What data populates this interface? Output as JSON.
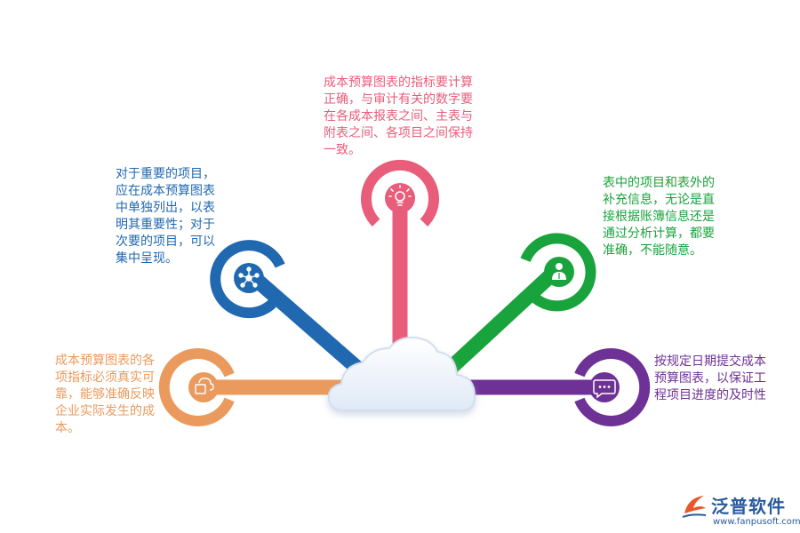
{
  "colors": {
    "red": "#e85d7a",
    "blue": "#2068b0",
    "green": "#19a33c",
    "orange": "#ea9a5c",
    "purple": "#6e3196",
    "cloud": "#e9f1fb",
    "logo": "#2a5a9e"
  },
  "nodes": {
    "red": {
      "icon": "lightbulb-icon",
      "text": "成本预算图表的指标要计算正确，与审计有关的数字要在各成本报表之间、主表与附表之间、各项目之间保持一致。"
    },
    "blue": {
      "icon": "network-icon",
      "text": "对于重要的项目，应在成本预算图表中单独列出，以表明其重要性；对于次要的项目，可以集中呈现。"
    },
    "green": {
      "icon": "person-icon",
      "text": "表中的项目和表外的补充信息，无论是直接根据账簿信息还是通过分析计算，都要准确，不能随意。"
    },
    "orange": {
      "icon": "cloud-device-icon",
      "text": "成本预算图表的各项指标必须真实可靠，能够准确反映企业实际发生的成本。"
    },
    "purple": {
      "icon": "chat-bubble-icon",
      "text": "按规定日期提交成本预算图表，以保证工程项目进度的及时性"
    }
  },
  "logo": {
    "name": "泛普软件",
    "url": "www.fanpusoft.com"
  }
}
